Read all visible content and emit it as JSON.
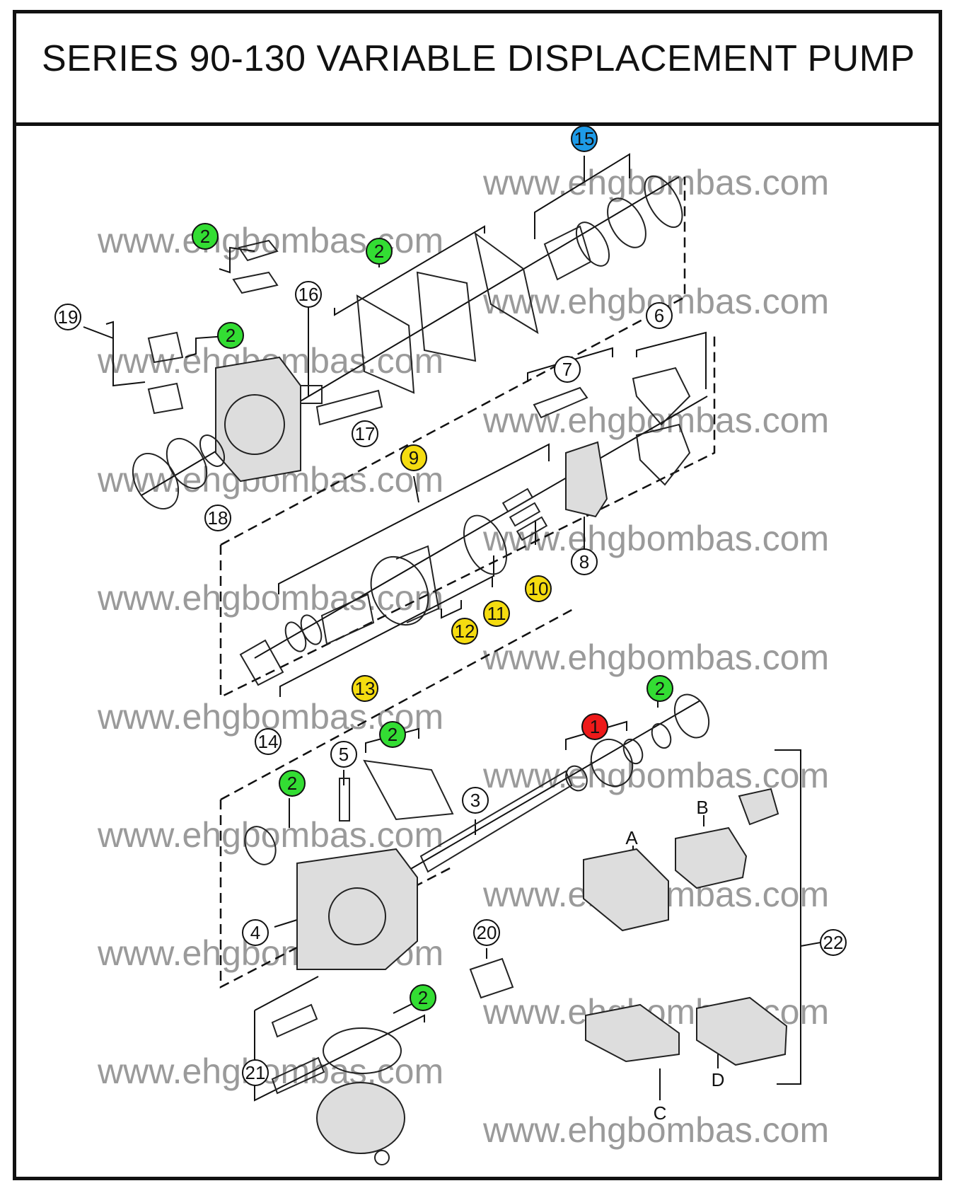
{
  "title": "SERIES 90-130 VARIABLE DISPLACEMENT PUMP",
  "watermark": "www.ehgbombas.com",
  "colors": {
    "blue": "#1e9be8",
    "green": "#33dd33",
    "yellow": "#f5dc10",
    "red": "#ee1a1a",
    "white": "#ffffff"
  },
  "callouts": [
    {
      "text": "15",
      "color": "blue"
    },
    {
      "text": "2",
      "color": "green"
    },
    {
      "text": "2",
      "color": "green"
    },
    {
      "text": "16",
      "color": "white"
    },
    {
      "text": "19",
      "color": "white"
    },
    {
      "text": "2",
      "color": "green"
    },
    {
      "text": "6",
      "color": "white"
    },
    {
      "text": "7",
      "color": "white"
    },
    {
      "text": "17",
      "color": "white"
    },
    {
      "text": "9",
      "color": "yellow"
    },
    {
      "text": "18",
      "color": "white"
    },
    {
      "text": "8",
      "color": "white"
    },
    {
      "text": "10",
      "color": "yellow"
    },
    {
      "text": "11",
      "color": "yellow"
    },
    {
      "text": "12",
      "color": "yellow"
    },
    {
      "text": "13",
      "color": "yellow"
    },
    {
      "text": "2",
      "color": "green"
    },
    {
      "text": "14",
      "color": "white"
    },
    {
      "text": "1",
      "color": "red"
    },
    {
      "text": "2",
      "color": "green"
    },
    {
      "text": "5",
      "color": "white"
    },
    {
      "text": "2",
      "color": "green"
    },
    {
      "text": "3",
      "color": "white"
    },
    {
      "text": "4",
      "color": "white"
    },
    {
      "text": "20",
      "color": "white"
    },
    {
      "text": "22",
      "color": "white"
    },
    {
      "text": "2",
      "color": "green"
    },
    {
      "text": "21",
      "color": "white"
    }
  ],
  "letters": [
    "A",
    "B",
    "C",
    "D"
  ]
}
